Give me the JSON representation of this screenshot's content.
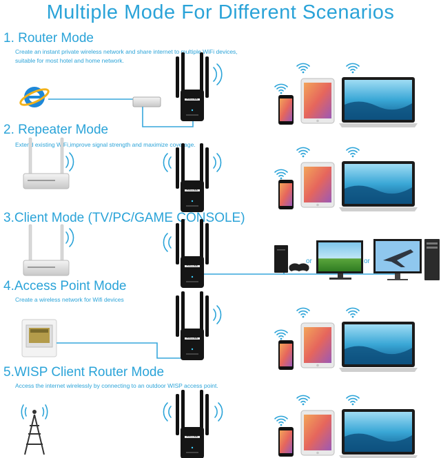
{
  "title": "Multiple Mode For Different Scenarios",
  "modes": [
    {
      "title": "1. Router Mode",
      "description_lines": [
        "Create an instant private wireless network and share internet to multiple WiFi devices,",
        "suitable for most hotel and home network."
      ]
    },
    {
      "title": "2. Repeater Mode",
      "description_lines": [
        "Extend existing WiFi,improve signal strength and maximize coverage."
      ]
    },
    {
      "title": "3.Client Mode (TV/PC/GAME CONSOLE)",
      "description_lines": []
    },
    {
      "title": "4.Access Point Mode",
      "description_lines": [
        "Create a wireless network for Wifi devices"
      ]
    },
    {
      "title": "5.WISP Client Router Mode",
      "description_lines": [
        "Access the internet wirelessly by connecting to an outdoor WISP access point."
      ]
    }
  ],
  "device_brand": "PIX-LINK",
  "or_label": "or",
  "colors": {
    "accent": "#2aa3d8",
    "device": "#111111"
  },
  "icons": [
    "internet-explorer-icon",
    "modem-icon",
    "router-icon",
    "ethernet-port-icon",
    "wisp-tower-icon",
    "wifi-icon",
    "phone-icon",
    "tablet-icon",
    "laptop-icon",
    "game-console-icon",
    "tv-icon",
    "desktop-pc-icon"
  ]
}
